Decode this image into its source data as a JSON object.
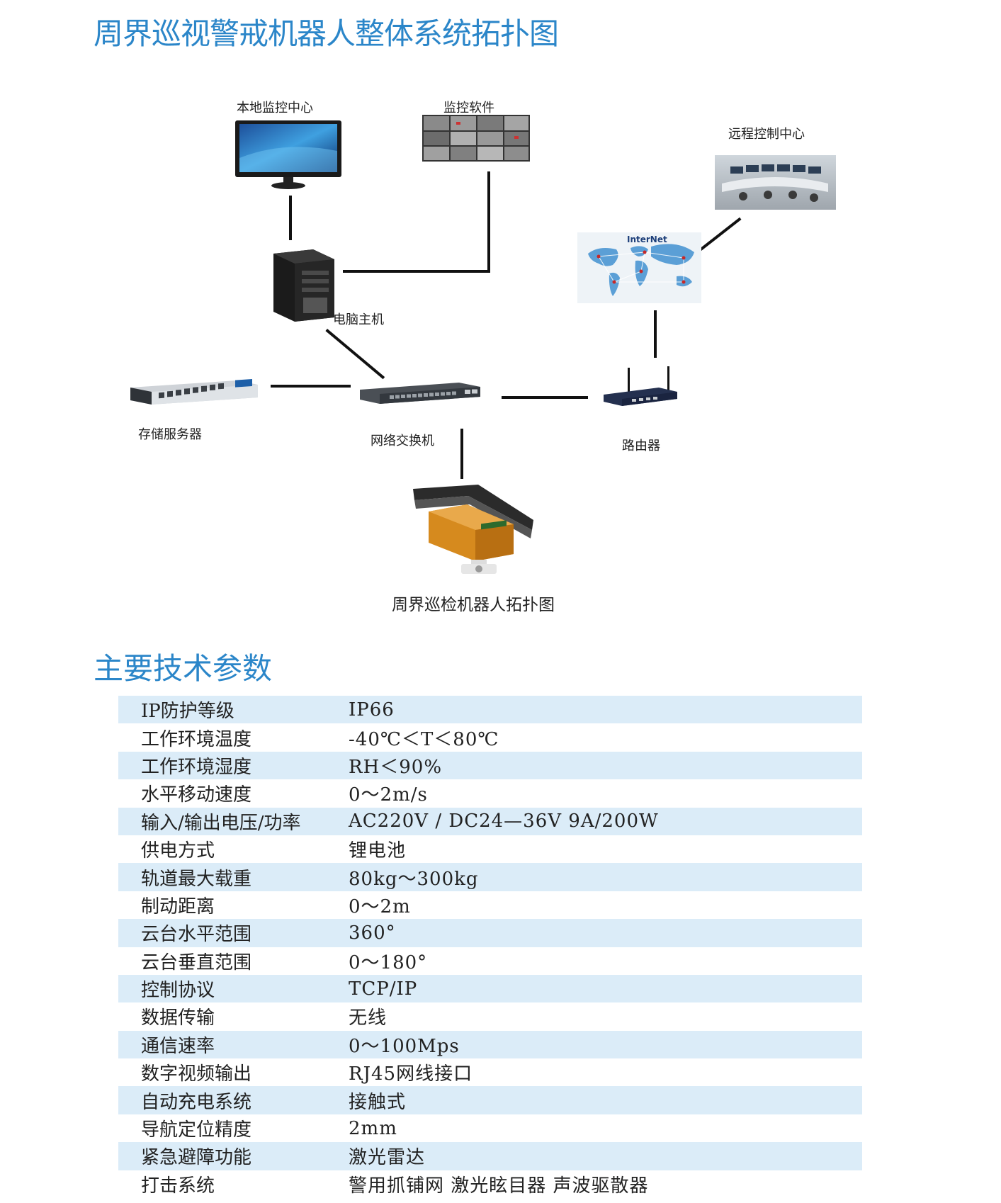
{
  "title": "周界巡视警戒机器人整体系统拓扑图",
  "diagram": {
    "nodes": {
      "monitor": "本地监控中心",
      "software": "监控软件",
      "remote": "远程控制中心",
      "internet_text": "InterNet",
      "pc": "电脑主机",
      "storage": "存储服务器",
      "switch": "网络交换机",
      "router": "路由器"
    },
    "caption": "周界巡检机器人拓扑图"
  },
  "params": {
    "title": "主要技术参数",
    "rows": [
      {
        "k": "IP防护等级",
        "v": "IP66"
      },
      {
        "k": "工作环境温度",
        "v": "-40℃＜T＜80℃"
      },
      {
        "k": "工作环境湿度",
        "v": "RH＜90%"
      },
      {
        "k": "水平移动速度",
        "v": "0～2m/s"
      },
      {
        "k": "输入/输出电压/功率",
        "v": "AC220V  /  DC24—36V  9A/200W"
      },
      {
        "k": "供电方式",
        "v": "锂电池"
      },
      {
        "k": "轨道最大载重",
        "v": "80kg～300kg"
      },
      {
        "k": "制动距离",
        "v": "0～2m"
      },
      {
        "k": "云台水平范围",
        "v": "360°"
      },
      {
        "k": "云台垂直范围",
        "v": "0～180°"
      },
      {
        "k": "控制协议",
        "v": "TCP/IP"
      },
      {
        "k": "数据传输",
        "v": "无线"
      },
      {
        "k": "通信速率",
        "v": "0～100Mps"
      },
      {
        "k": "数字视频输出",
        "v": "RJ45网线接口"
      },
      {
        "k": "自动充电系统",
        "v": "接触式"
      },
      {
        "k": "导航定位精度",
        "v": " 2mm"
      },
      {
        "k": "紧急避障功能",
        "v": "激光雷达"
      },
      {
        "k": "打击系统",
        "v": "警用抓铺网 激光眩目器 声波驱散器"
      }
    ]
  },
  "colors": {
    "accent": "#2b86c9",
    "row_tint": "#dbecf8"
  }
}
